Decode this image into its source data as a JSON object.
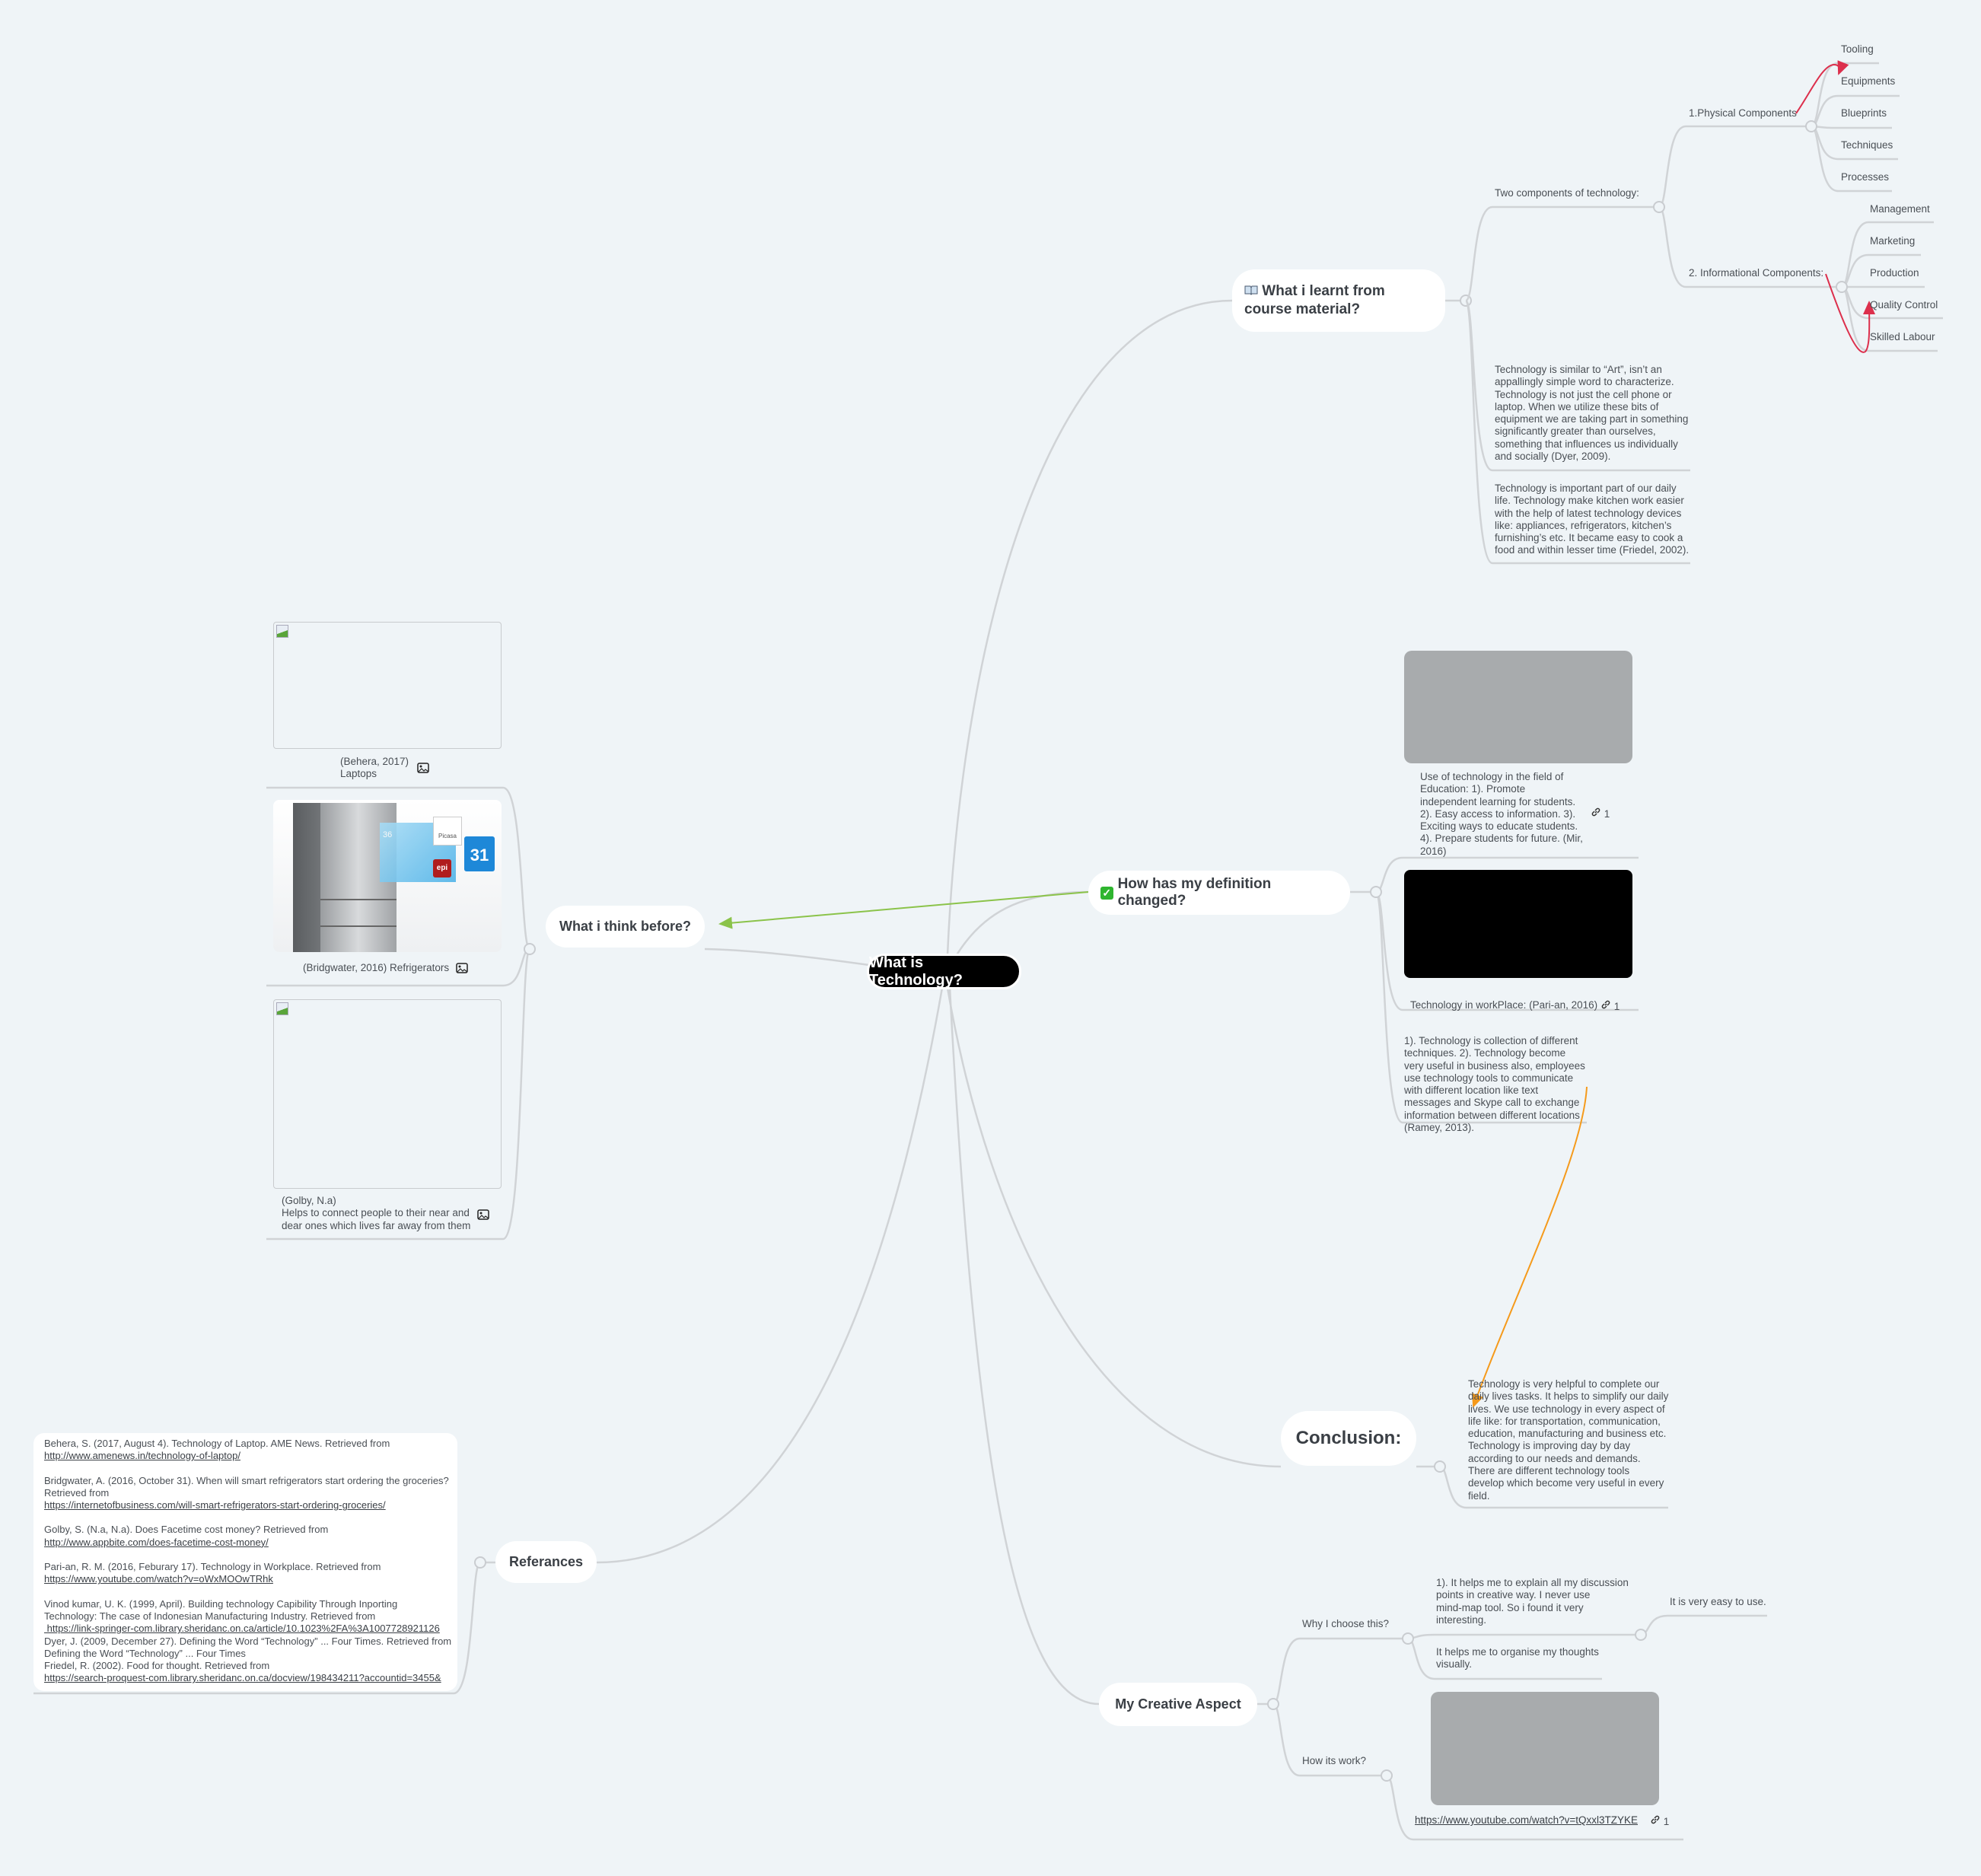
{
  "central": {
    "title": "What is Technology?"
  },
  "learnt": {
    "title": "What i learnt from course material?",
    "icon": "open-book-icon",
    "components": {
      "label": "Two components of technology:",
      "physical": {
        "label": "1.Physical Components",
        "items": [
          "Tooling",
          "Equipments",
          "Blueprints",
          "Techniques",
          "Processes"
        ]
      },
      "informational": {
        "label": "2. Informational Components:",
        "items": [
          "Management",
          "Marketing",
          "Production",
          "Quality Control",
          "Skilled Labour"
        ]
      }
    },
    "paragraphs": [
      "Technology is similar to “Art”, isn’t an\nappallingly simple word to characterize.\nTechnology is not just the cell phone or\nlaptop. When we utilize these bits of\nequipment we are taking part in something\nsignificantly greater than ourselves,\nsomething that influences us individually\nand socially (Dyer, 2009).",
      "Technology is important part of our daily\nlife. Technology make kitchen work easier\nwith the help of latest technology devices\nlike: appliances, refrigerators, kitchen’s\nfurnishing’s etc. It became easy to cook a\nfood and within lesser time (Friedel, 2002)."
    ]
  },
  "changed": {
    "title": "How has my definition changed?",
    "icon": "check-box-icon",
    "education_caption": "Use of technology in the field of\nEducation:   1). Promote\nindependent learning for students.\n2). Easy access to information. 3).\nExciting ways to educate students.\n4). Prepare students for future. (Mir,\n2016)",
    "education_link_count": "1",
    "workplace_caption": "Technology in workPlace: (Pari-an, 2016)",
    "workplace_link_count": "1",
    "paragraph": "1). Technology is collection of different\ntechniques.  2). Technology become\nvery useful in business also, employees\nuse technology tools to communicate\nwith different location like text\nmessages and Skype call to exchange\ninformation between different locations\n(Ramey, 2013)."
  },
  "before": {
    "title": "What i think before?",
    "images": [
      {
        "caption": "(Behera, 2017)\nLaptops"
      },
      {
        "caption": "(Bridgwater, 2016) Refrigerators"
      },
      {
        "caption": "(Golby, N.a)\nHelps to connect people to their near and\ndear ones which lives far away from them"
      }
    ],
    "fridge_screen": {
      "temp": "36",
      "calendar": "31",
      "badge": "epi",
      "app": "Picasa"
    }
  },
  "conclusion": {
    "title": "Conclusion:",
    "text": "Technology is very helpful to complete our\ndaily lives tasks. It helps to simplify our daily\nlives. We use technology in every aspect of\nlife like: for transportation, communication,\neducation, manufacturing and business etc.\nTechnology is improving day by day\naccording to our needs and demands.\nThere are different technology tools\ndevelop which become very useful in every\nfield."
  },
  "references": {
    "title": "Referances",
    "entries": [
      {
        "text": "Behera, S. (2017, August 4). Technology of Laptop. AME News. Retrieved from",
        "url": "http://www.amenews.in/technology-of-laptop/"
      },
      {
        "text": "Bridgwater, A. (2016, October 31). When will smart refrigerators start ordering the groceries?\nRetrieved from",
        "url": "https://internetofbusiness.com/will-smart-refrigerators-start-ordering-groceries/"
      },
      {
        "text": "Golby, S. (N.a, N.a). Does Facetime cost money? Retrieved from",
        "url": "http://www.appbite.com/does-facetime-cost-money/"
      },
      {
        "text": "Pari-an, R. M. (2016, Feburary 17). Technology in Workplace. Retrieved from",
        "url": "https://www.youtube.com/watch?v=oWxMOOwTRhk"
      },
      {
        "text": "Vinod kumar, U. K. (1999, April). Building technology Capibility Through Inporting\nTechnology: The case of Indonesian Manufacturing Industry. Retrieved from",
        "url": " https://link-springer-com.library.sheridanc.on.ca/article/10.1023%2FA%3A1007728921126"
      },
      {
        "text": "Dyer, J. (2009, December 27). Defining the Word “Technology” ... Four Times. Retrieved from\nDefining the Word “Technology” ... Four Times\nFriedel, R. (2002). Food for thought. Retrieved from",
        "url": "https://search-proquest-com.library.sheridanc.on.ca/docview/198434211?accountid=3455&"
      }
    ]
  },
  "creative": {
    "title": "My Creative Aspect",
    "why": {
      "label": "Why I choose this?",
      "reason1": "1). It helps me to explain all my discussion\npoints in creative way. I never use\nmind-map tool. So i found it very\ninteresting.",
      "reason1_child": "It is very easy to use.",
      "reason2": "It helps me to organise my thoughts\nvisually."
    },
    "how": {
      "label": "How its work?",
      "url": "https://www.youtube.com/watch?v=tQxxl3TZYKE",
      "link_count": "1"
    }
  },
  "colors": {
    "background": "#eff4f7",
    "branch": "#d0d3d6",
    "arrow_green": "#8bc34a",
    "arrow_orange": "#f59a1b",
    "arrow_red": "#dc2f4c",
    "central_node": "#000000"
  }
}
